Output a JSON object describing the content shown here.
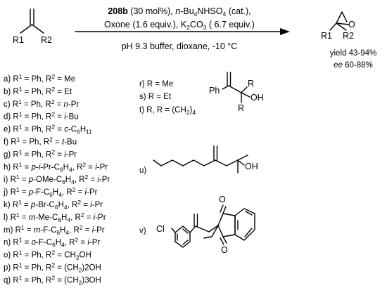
{
  "reaction": {
    "catalyst": "208b",
    "catalyst_loading": " (30 mol%), ",
    "reagent_line1_rest": "n-Bu4NHSO4 (cat.),",
    "reagent_line2": "Oxone (1.6 equiv.), K2CO3 ( 6.7 equiv.)",
    "conditions": "pH 9.3 buffer, dioxane, -10 °C",
    "yield": "yield 43-94%",
    "ee": "ee 60-88%",
    "start_r1": "R1",
    "start_r2": "R2",
    "prod_r1": "R1",
    "prod_r2": "R2",
    "prod_o": "O"
  },
  "substrates_left": [
    "a) R1 = Ph, R2 = Me",
    "b) R1 = Ph, R2 = Et",
    "c) R1 = Ph, R2 = n-Pr",
    "d) R1 = Ph, R2 = i-Bu",
    "e) R1 = Ph, R2 = c-C6H11",
    "f) R1 = Ph, R2 = t-Bu",
    "g) R1 = Ph, R2 = i-Pr",
    "h) R1 = p-i-Pr-C6H4, R2 = i-Pr",
    "i) R1 = p-OMe-C6H4, R2 = i-Pr",
    "j) R1 = p-F-C6H4, R2 = i-Pr",
    "k) R1 = p-Br-C6H4, R2 = i-Pr",
    "l) R1 = m-Me-C6H4, R2 = i-Pr",
    "m) R1 = m-F-C6H4, R2 = i-Pr",
    "n) R1 = o-F-C6H4, R2 = i-Pr",
    "o) R1 = Ph, R2 = CH2OH",
    "p) R1 = Ph, R2 = (CH2)2OH",
    "q) R1 = Ph, R2 = (CH2)3OH"
  ],
  "substrates_right": {
    "r": "r) R = Me",
    "s": "s) R = Et",
    "t": "t) R, R = (CH2)4",
    "u": "u)",
    "v": "v)"
  },
  "structure_labels": {
    "ph": "Ph",
    "r_top": "R",
    "r_bottom": "R",
    "oh_rst": "OH",
    "oh_u": "OH",
    "cl": "Cl",
    "o_top": "O",
    "o_bottom": "O"
  }
}
